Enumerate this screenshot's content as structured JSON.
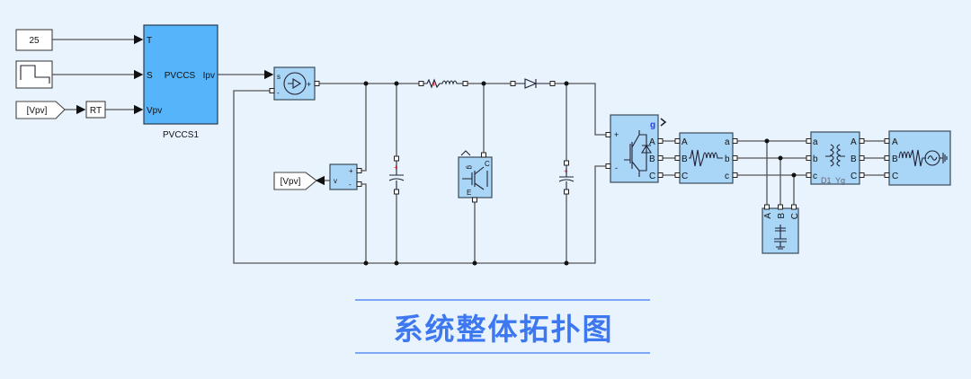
{
  "blocks": {
    "temperature_constant": "25",
    "goto_tag_1": "[Vpv]",
    "rate_transition": "RT",
    "pv_block": {
      "name": "PVCCS",
      "label": "PVCCS1",
      "ports": {
        "t": "T",
        "s": "S",
        "vpv": "Vpv",
        "ipv": "Ipv"
      }
    },
    "current_source": {
      "in": "s",
      "minus": "-",
      "plus": "+"
    },
    "voltage_meter": {
      "v": "v",
      "plus": "+",
      "minus": "-"
    },
    "goto_tag_2": "[Vpv]",
    "boost_igbt": {
      "g": "g",
      "c": "C",
      "e": "E"
    },
    "inverter": {
      "g": "g",
      "plus": "+",
      "minus": "-",
      "a": "A",
      "b": "B",
      "c": "C"
    },
    "rl_filter": {
      "in": [
        "A",
        "B",
        "C"
      ],
      "out": [
        "a",
        "b",
        "c"
      ]
    },
    "rc_load": {
      "ports": [
        "A",
        "B",
        "C"
      ]
    },
    "transformer": {
      "in": [
        "a",
        "b",
        "c"
      ],
      "out": [
        "A",
        "B",
        "C"
      ],
      "winding1": "D1",
      "winding2": "Yg"
    },
    "grid_source": {
      "ports": [
        "A",
        "B",
        "C"
      ]
    }
  },
  "caption": "系统整体拓扑图",
  "colors": {
    "background": "#e8f3fd",
    "block": "#a9d5f7",
    "pv_block": "#56b4fb",
    "caption": "#3d78f0"
  }
}
